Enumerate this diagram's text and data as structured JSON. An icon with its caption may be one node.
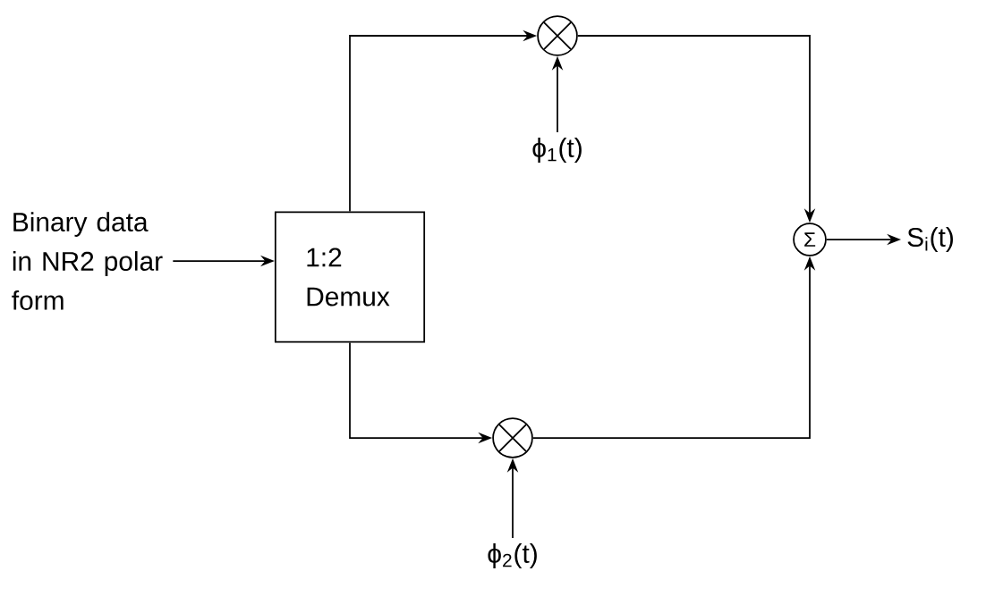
{
  "diagram": {
    "nodes": [
      {
        "text": [
          "Binary data in NR2 polar form"
        ]
      },
      {
        "text": [
          "1:2 Demux"
        ]
      },
      {
        "text": [],
        "shape": "circle"
      },
      {
        "text": [
          "ϕ$_{1}$(t)"
        ]
      },
      {
        "text": [],
        "shape": "circle"
      },
      {
        "text": [
          "ϕ$_{2}$(t)"
        ]
      },
      {
        "text": [
          "Σ"
        ]
      },
      {
        "text": [
          "S$_{i}$(t)"
        ]
      }
    ],
    "edges": [
      {
        "from": 0,
        "to": 1,
        "arrow": "to"
      },
      {
        "from": 1,
        "to": 2,
        "arrow": "to"
      },
      {
        "from": 3,
        "to": 2,
        "arrow": "to"
      },
      {
        "from": 1,
        "to": 4,
        "arrow": "to"
      },
      {
        "from": 5,
        "to": 4,
        "arrow": "to"
      },
      {
        "from": 2,
        "to": 6,
        "arrow": "to"
      },
      {
        "from": 4,
        "to": 6,
        "arrow": "to"
      },
      {
        "from": 6,
        "to": 7,
        "arrow": "to"
      }
    ]
  }
}
